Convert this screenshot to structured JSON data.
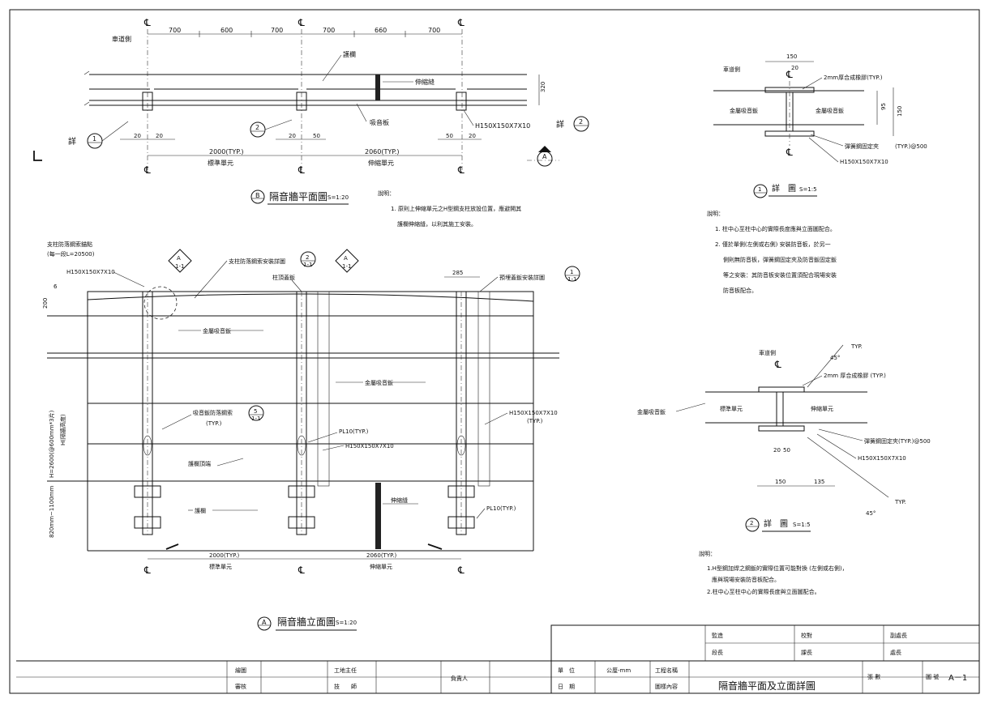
{
  "cl_symbol": "℄",
  "plan": {
    "road_side": "車道側",
    "dims_top": [
      "700",
      "600",
      "700",
      "700",
      "660",
      "700"
    ],
    "guardrail": "護欄",
    "expansion_joint": "伸縮縫",
    "dim_320": "320",
    "absorber_panel": "吸音板",
    "column": "H150X150X7X10",
    "detail_word": "詳",
    "detail_1": "1",
    "detail_2": "2",
    "dims_small": [
      "20",
      "20",
      "20",
      "50",
      "50",
      "20"
    ],
    "span_standard": "2000(TYP.)",
    "span_expansion": "2060(TYP.)",
    "unit_standard": "標準單元",
    "unit_expansion": "伸縮單元",
    "section_mark": "A",
    "title_mark": "B",
    "title": "隔音牆平面圖",
    "scale": "S=1:20",
    "notes_title": "說明：",
    "notes": [
      "1. 原則上伸縮單元之H型鋼支柱放設位置，應避開其",
      "護欄伸縮縫，以利其施工安裝。"
    ]
  },
  "elevation": {
    "anchor_point": "支柱防落鋼索錨點",
    "anchor_spacing": "(每一段L=20500)",
    "column": "H150X150X7X10",
    "cable_detail": "支柱防落鋼索安裝詳圖",
    "cable_detail_num": "2",
    "cable_detail_sheet": "1-1",
    "cap_plate": "柱頂蓋鈑",
    "dim_285": "285",
    "end_plate_detail": "預埋蓋鈑安裝詳圖",
    "end_plate_num": "1",
    "end_plate_sheet": "1-1",
    "dim_200": "200",
    "dim_6": "6",
    "metal_panel": "金屬吸音鈑",
    "height_total": "H=2600(@600mm*3片)",
    "height_wall": "H(隔牆高度)",
    "panel_cable": "吸音鈑防落鋼索",
    "typ": "(TYP.)",
    "panel_cable_num": "5",
    "panel_cable_sheet": "1-1",
    "plate_10": "PL10(TYP.)",
    "column_typ": "H150X150X7X10",
    "column_typ_note": "(TYP.)",
    "rail_top": "護欄頂端",
    "rail_height": "820mm~1100mm",
    "guardrail": "護欄",
    "expansion_joint": "伸縮縫",
    "span_standard": "2000(TYP.)",
    "span_expansion": "2060(TYP.)",
    "unit_standard": "標準單元",
    "unit_expansion": "伸縮單元",
    "section_mark": "A",
    "section_sheet": "1-1",
    "title_mark": "A",
    "title": "隔音牆立面圖",
    "scale": "S=1:20"
  },
  "detail1": {
    "road_side": "車道側",
    "dim_150": "150",
    "dim_20": "20",
    "gasket": "2mm厚合成橡膠(TYP.)",
    "panel_left": "金屬吸音鈑",
    "panel_right": "金屬吸音鈑",
    "dim_95": "95",
    "dim_150_v": "150",
    "spring_clip": "彈簧鋼固定夾",
    "spring_spacing": "(TYP.)@500",
    "column": "H150X150X7X10",
    "title_num": "1",
    "title": "詳　圖",
    "scale": "S=1:5",
    "notes_title": "說明：",
    "notes": [
      "1. 柱中心至柱中心的實際長度應與立面圖配合。",
      "2. 僅於單側(左側或右側) 安裝防音板，於另一",
      "側則無防音板，彈簧鋼固定夾及防音鈑固定鈑",
      "等之安裝：其防音板安裝位置須配合現場安裝",
      "防音板配合。"
    ]
  },
  "detail2": {
    "road_side": "車道側",
    "typ_top": "TYP.",
    "angle_top": "45°",
    "gasket": "2mm 厚合成橡膠 (TYP.)",
    "panel": "金屬吸音鈑",
    "unit_standard": "標準單元",
    "unit_expansion": "伸縮單元",
    "spring_clip": "彈簧鋼固定夾(TYP.)@500",
    "column": "H150X150X7X10",
    "dim_20": "20",
    "dim_50": "50",
    "dim_150": "150",
    "dim_135": "135",
    "typ_bottom": "TYP.",
    "angle_bottom": "45°",
    "title_num": "2",
    "title": "詳　圖",
    "scale": "S=1:5",
    "notes_title": "說明：",
    "notes": [
      "1.H型鋼加焊之鋼鈑的實際位置可能對換 (左側或右側)，",
      "應與現場安裝防音板配合。",
      "2.柱中心至柱中心的實際長度與立面圖配合。"
    ]
  },
  "title_block": {
    "supervise": "監造",
    "check": "校對",
    "deputy": "副處長",
    "section_chief": "段長",
    "division_chief": "課長",
    "director": "處長",
    "drawn": "繪圖",
    "reviewed": "審核",
    "site_chief": "工地主任",
    "engineer": "技　　師",
    "responsible": "負責人",
    "unit_label": "單　位",
    "unit_value": "公厘-mm",
    "date_label": "日　期",
    "project_name": "工程名稱",
    "drawing_content": "圖樣內容",
    "drawing_title": "隔音牆平面及立面詳圖",
    "sheets": "張\n數",
    "sheet_label": "圖\n號",
    "sheet_no": "A－1"
  }
}
